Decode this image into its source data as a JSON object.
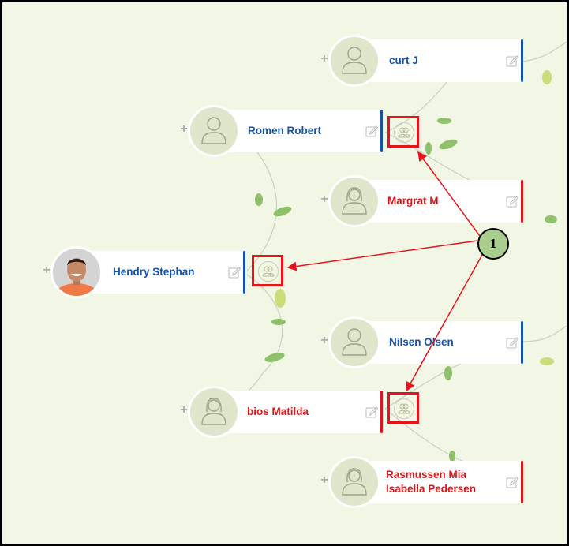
{
  "nodes": [
    {
      "name": "curt J",
      "gender": "male",
      "status_color": "#1652a8"
    },
    {
      "name": "Romen Robert",
      "gender": "male",
      "status_color": "#1652a8"
    },
    {
      "name": "Margrat M",
      "gender": "female",
      "status_color": "#e0151b"
    },
    {
      "name": "Hendry Stephan",
      "gender": "photo",
      "status_color": "#1652a8"
    },
    {
      "name": "Nilsen Olsen",
      "gender": "male",
      "status_color": "#1652a8"
    },
    {
      "name": "bios Matilda",
      "gender": "female",
      "status_color": "#e0151b"
    },
    {
      "name": "Rasmussen Mia Isabella Pedersen",
      "gender": "female",
      "status_color": "#e0151b"
    }
  ],
  "expand_symbol": "+",
  "callout": {
    "label": "1",
    "color": "#a8cd8c"
  },
  "highlight_color": "#e8131b"
}
